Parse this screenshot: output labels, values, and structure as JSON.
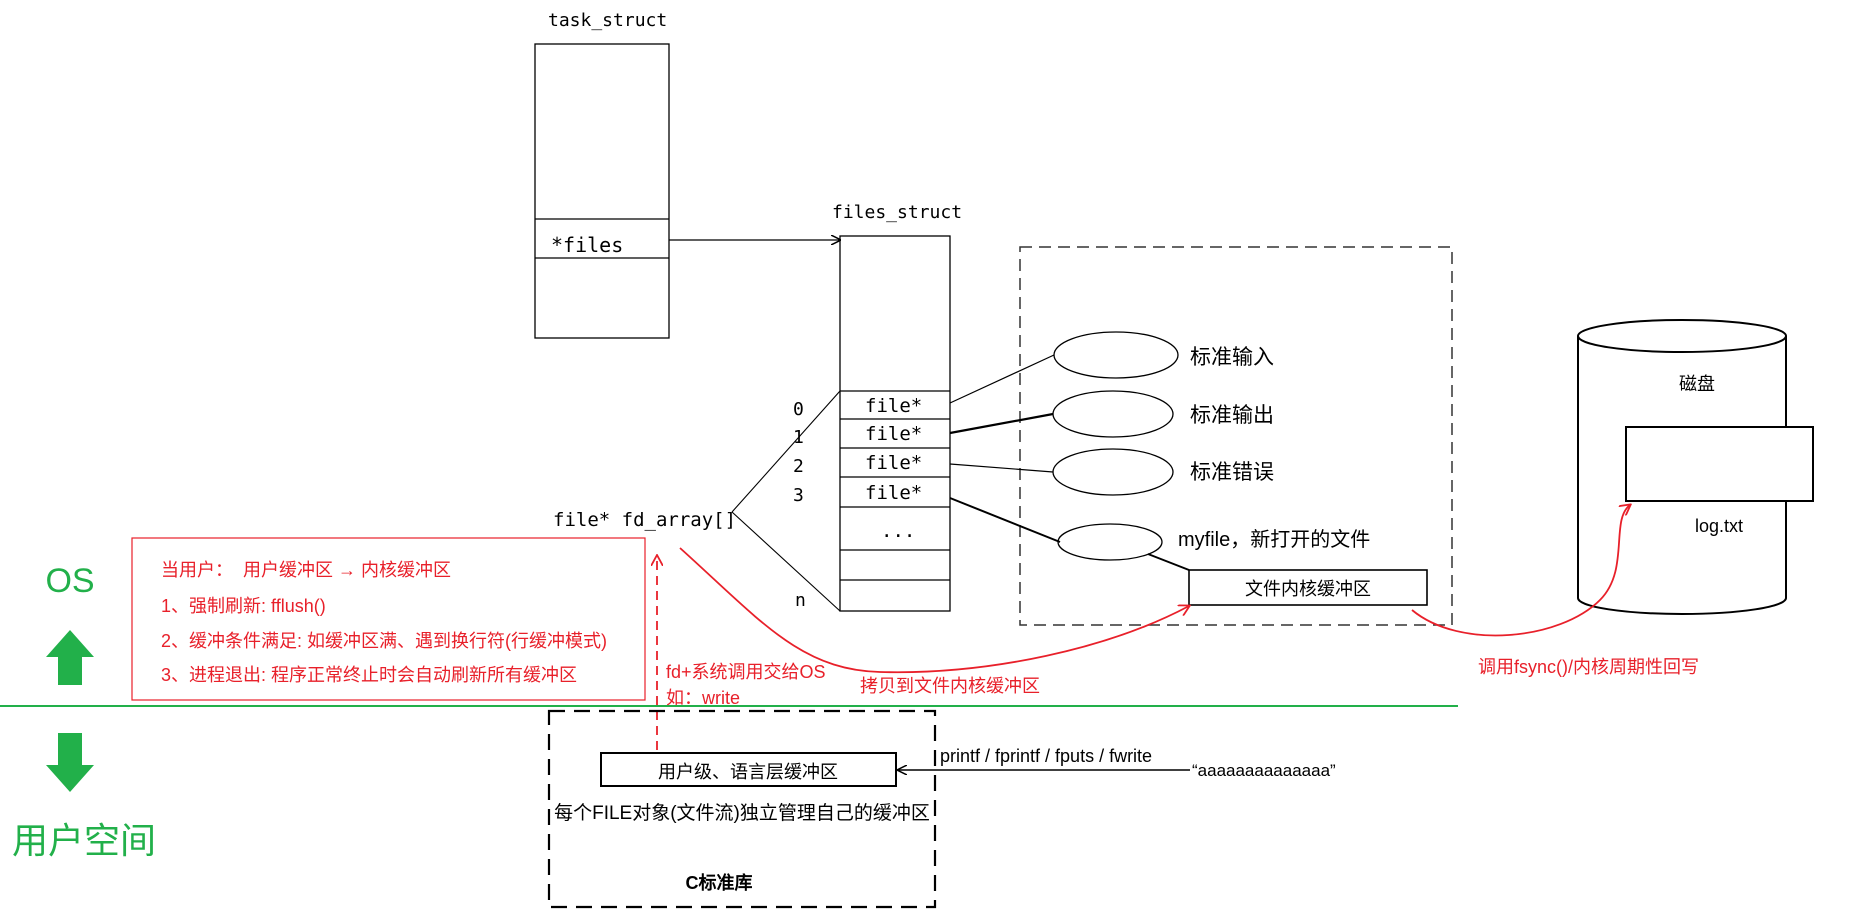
{
  "task_struct": {
    "title": "task_struct",
    "files_field": "*files"
  },
  "files_struct": {
    "title": "files_struct",
    "slots": [
      "file*",
      "file*",
      "file*",
      "file*",
      "..."
    ],
    "indices": [
      "0",
      "1",
      "2",
      "3",
      "n"
    ]
  },
  "fd_array_label": "file* fd_array[]",
  "kernel_files": {
    "stdin": "标准输入",
    "stdout": "标准输出",
    "stderr": "标准错误",
    "myfile": "myfile，新打开的文件",
    "kernel_buffer": "文件内核缓冲区"
  },
  "disk": {
    "title": "磁盘",
    "file_name": "log.txt"
  },
  "flush_note": {
    "heading": "当用户：  用户缓冲区 → 内核缓冲区",
    "rule1": "1、强制刷新: fflush()",
    "rule2": "2、缓冲条件满足: 如缓冲区满、遇到换行符(行缓冲模式)",
    "rule3": "3、进程退出: 程序正常终止时会自动刷新所有缓冲区"
  },
  "syscall_note": {
    "line1": "fd+系统调用交给OS",
    "line2": "如：write"
  },
  "copy_label": "拷贝到文件内核缓冲区",
  "fsync_label": "调用fsync()/内核周期性回写",
  "os_label": "OS",
  "user_space_label": "用户空间",
  "c_library": {
    "user_buffer": "用户级、语言层缓冲区",
    "description": "每个FILE对象(文件流)独立管理自己的缓冲区",
    "title": "C标准库"
  },
  "io_functions": "printf / fprintf / fputs / fwrite",
  "sample_string": "“aaaaaaaaaaaaaa”",
  "colors": {
    "red": "#e8202a",
    "green": "#22b04a",
    "black": "#000000"
  }
}
